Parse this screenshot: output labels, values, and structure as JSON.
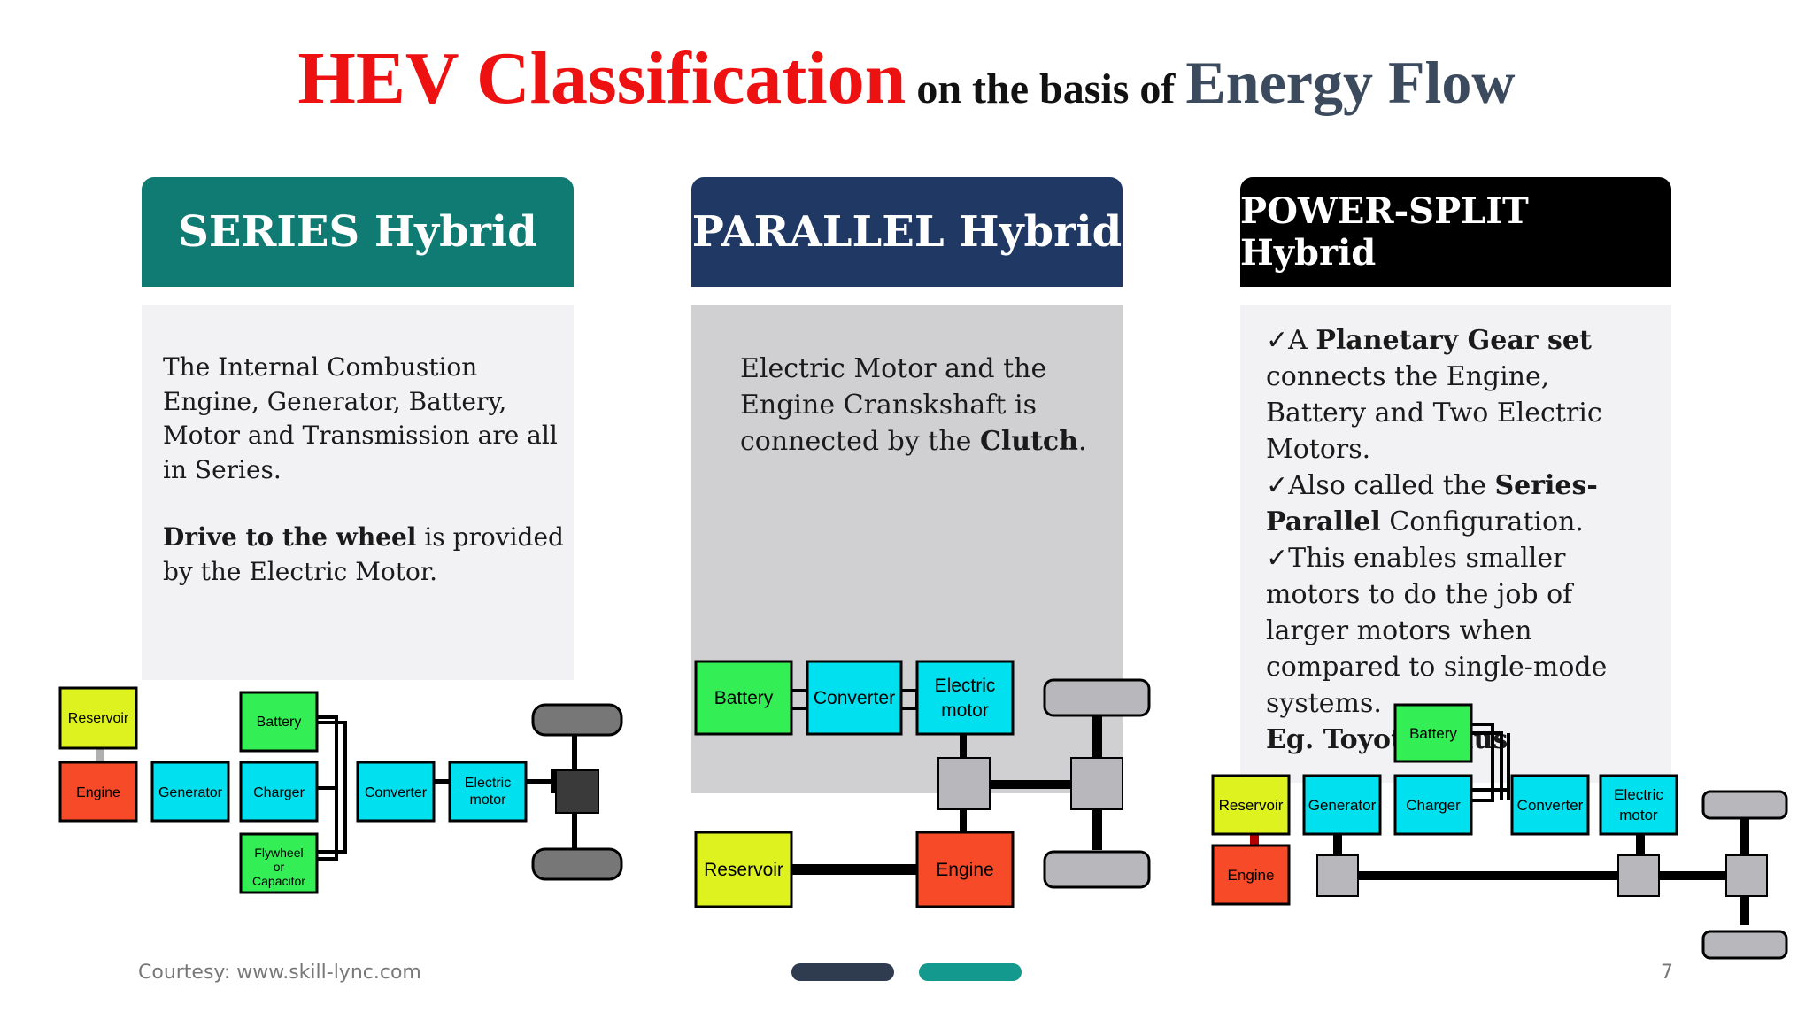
{
  "title": {
    "main": "HEV Classification",
    "mid": " on the basis of ",
    "end": "Energy Flow"
  },
  "series": {
    "header": "SERIES Hybrid",
    "p1": [
      "The Internal Combustion Engine, Generator, Battery, Motor and Transmission are all in Series."
    ],
    "p2_bold": "Drive to the wheel",
    "p2_rest": " is provided by the Electric Motor.",
    "diagram": {
      "reservoir": "Reservoir",
      "engine": "Engine",
      "generator": "Generator",
      "battery": "Battery",
      "charger": "Charger",
      "flywheel_1": "Flywheel",
      "flywheel_2": "or",
      "flywheel_3": "Capacitor",
      "converter": "Converter",
      "motor_1": "Electric",
      "motor_2": "motor"
    }
  },
  "parallel": {
    "header": "PARALLEL Hybrid",
    "text_plain": "Electric Motor and the Engine Cranskshaft is connected by the ",
    "text_bold": "Clutch",
    "text_end": ".",
    "diagram": {
      "battery": "Battery",
      "converter": "Converter",
      "motor_1": "Electric",
      "motor_2": "motor",
      "reservoir": "Reservoir",
      "engine": "Engine"
    }
  },
  "powersplit": {
    "header": "POWER-SPLIT Hybrid",
    "check": "✓",
    "b1_pre": "A ",
    "b1_bold": "Planetary Gear set",
    "b1_rest": " connects the Engine, Battery and Two Electric Motors.",
    "b2_pre": "Also called the ",
    "b2_bold": "Series-Parallel",
    "b2_rest": " Configuration.",
    "b3": "This enables smaller motors to do the job of larger motors when compared to single-mode systems.",
    "example": "Eg. Toyota Prius",
    "diagram": {
      "battery": "Battery",
      "reservoir": "Reservoir",
      "generator": "Generator",
      "charger": "Charger",
      "converter": "Converter",
      "motor_1": "Electric",
      "motor_2": "motor",
      "engine": "Engine"
    }
  },
  "footer": {
    "courtesy": "Courtesy: www.skill-lync.com",
    "page": "7"
  },
  "colors": {
    "teal": "#0f7b72",
    "navy": "#203864",
    "black": "#000000",
    "title_red": "#ee1111",
    "cyan_box": "#00e0ee",
    "green_box": "#33ee55",
    "yellow_box": "#ddf21e",
    "red_box": "#f74a28",
    "grey_box": "#b8b8bc"
  }
}
